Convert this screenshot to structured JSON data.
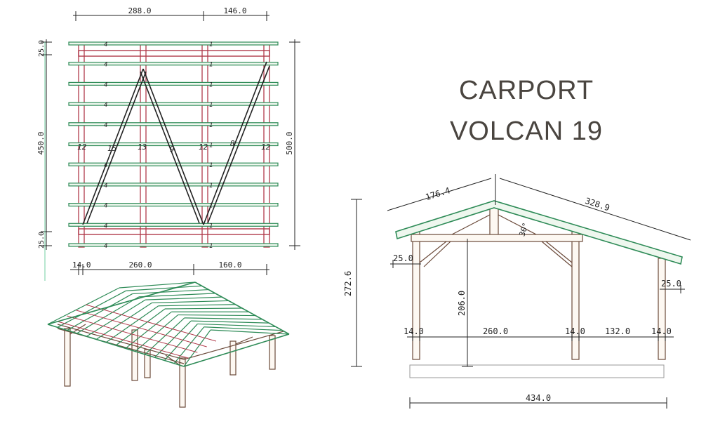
{
  "title": {
    "line1": "CARPORT",
    "line2": "VOLCAN 19"
  },
  "plan": {
    "top_dims": [
      "288.0",
      "146.0"
    ],
    "bottom_dims": [
      "14.0",
      "260.0",
      "160.0"
    ],
    "left_dims": [
      "25.0",
      "450.0",
      "25.0"
    ],
    "right_dim": "500.0",
    "rafter_left_labels": [
      "4",
      "4",
      "4",
      "4",
      "4",
      "12",
      "4",
      "4",
      "4",
      "4",
      "4"
    ],
    "rafter_right_labels": [
      "1",
      "1",
      "1",
      "1",
      "1",
      "1",
      "1",
      "1",
      "1",
      "1",
      "1"
    ],
    "post_labels": [
      "12",
      "15",
      "13",
      "9",
      "12",
      "8",
      "12"
    ]
  },
  "elevation": {
    "roof_left": "176.4",
    "roof_right": "328.9",
    "angle": "30°",
    "height_total": "272.6",
    "height_inner": "206.0",
    "overhang_left": "25.0",
    "overhang_right": "25.0",
    "bottom_dims": [
      "14.0",
      "260.0",
      "14.0",
      "132.0",
      "14.0"
    ],
    "overall": "434.0"
  },
  "colors": {
    "rafter": "#2e8b57",
    "post": "#b03a4a",
    "line": "#222222",
    "timber": "#6b4a3a"
  }
}
